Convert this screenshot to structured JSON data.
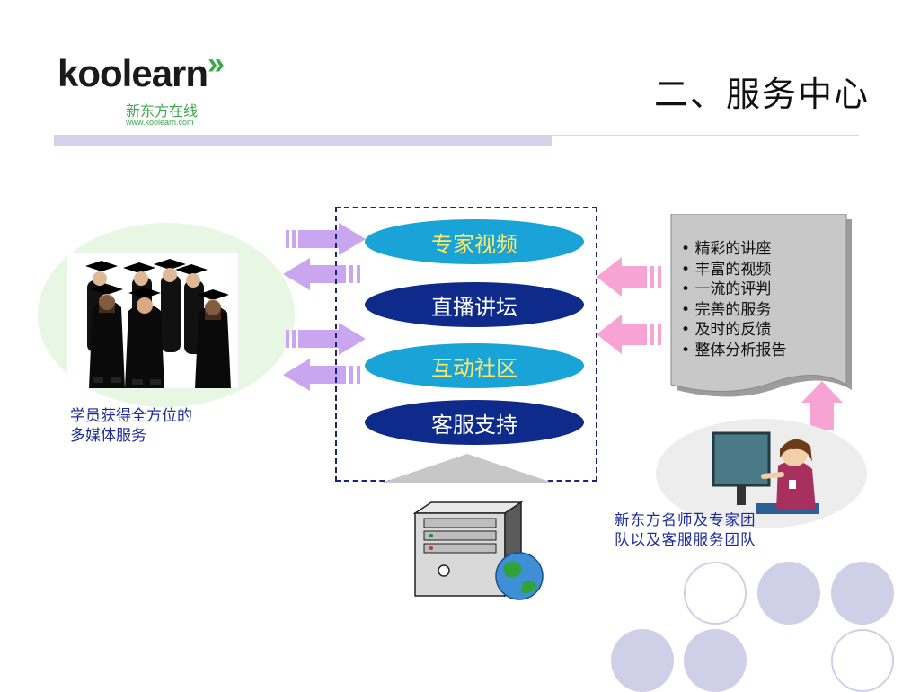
{
  "logo": {
    "k_letter": "k",
    "rest_word": "oolearn",
    "chevron": "»",
    "cn": "新东方在线",
    "url": "www.koolearn.com"
  },
  "title": "二、服务中心",
  "students": {
    "caption_line1": "学员获得全方位的",
    "caption_line2": "多媒体服务"
  },
  "services": [
    {
      "label": "专家视频",
      "style": "light"
    },
    {
      "label": "直播讲坛",
      "style": "dark"
    },
    {
      "label": "互动社区",
      "style": "light"
    },
    {
      "label": "客服支持",
      "style": "dark"
    }
  ],
  "report": {
    "items": [
      "精彩的讲座",
      "丰富的视频",
      "一流的评判",
      "完善的服务",
      "及时的反馈",
      "整体分析报告"
    ]
  },
  "teachers": {
    "caption_line1": "新东方名师及专家团",
    "caption_line2": "队以及客服服务团队"
  },
  "colors": {
    "pill_light": "#1aa3d6",
    "pill_dark": "#0e2a8a",
    "pill_light_text": "#ffe96a",
    "arrow_purple": "#c9a6ef",
    "arrow_pink": "#f7a3d3",
    "caption_blue": "#1d2c9c",
    "band": "#d5d3ec",
    "logo_green": "#3aa84a"
  },
  "icons": [
    "graduates-photo",
    "server-globe-icon",
    "teacher-at-screen-icon",
    "document-icon"
  ]
}
